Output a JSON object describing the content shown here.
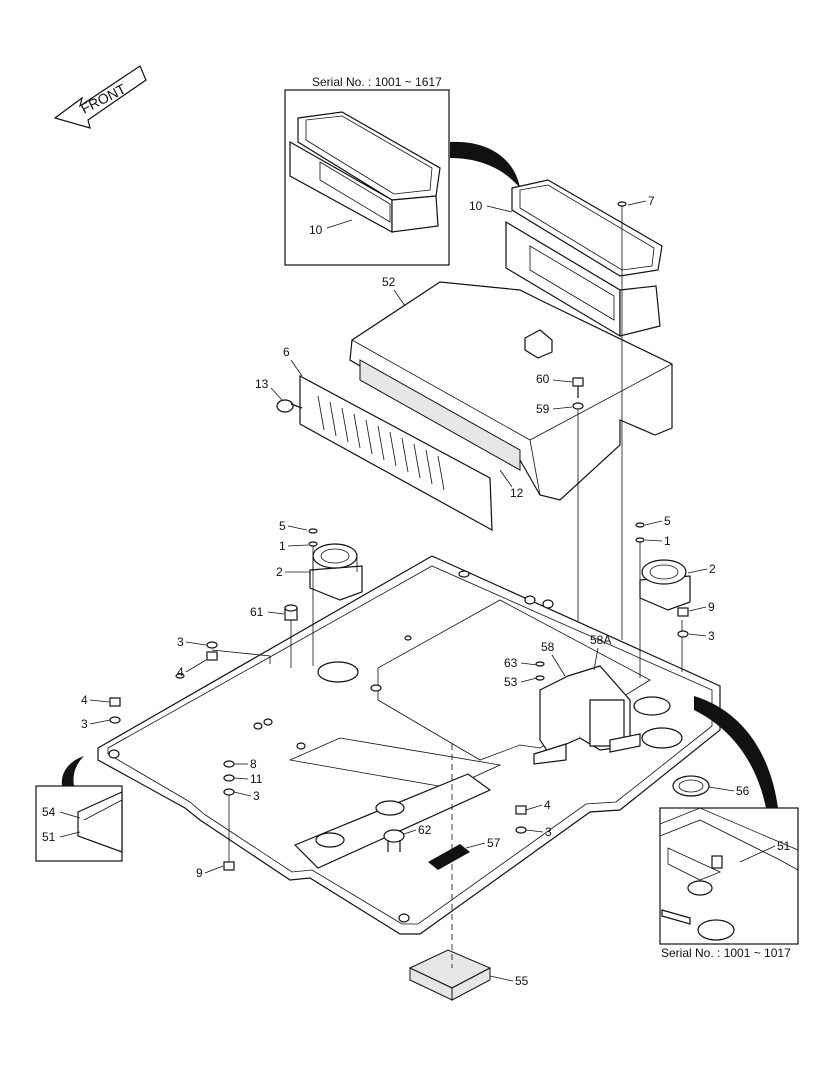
{
  "front_label": "FRONT",
  "inset_top": {
    "serial": "Serial No. : 1001 ~ 1617"
  },
  "inset_bottom_right": {
    "serial": "Serial No. : 1001 ~ 1017"
  },
  "callouts": [
    {
      "text": "10"
    },
    {
      "text": "10"
    },
    {
      "text": "7"
    },
    {
      "text": "52"
    },
    {
      "text": "6"
    },
    {
      "text": "13"
    },
    {
      "text": "60"
    },
    {
      "text": "59"
    },
    {
      "text": "12"
    },
    {
      "text": "5"
    },
    {
      "text": "1"
    },
    {
      "text": "2"
    },
    {
      "text": "5"
    },
    {
      "text": "1"
    },
    {
      "text": "2"
    },
    {
      "text": "9"
    },
    {
      "text": "3"
    },
    {
      "text": "61"
    },
    {
      "text": "3"
    },
    {
      "text": "4"
    },
    {
      "text": "58"
    },
    {
      "text": "58A"
    },
    {
      "text": "63"
    },
    {
      "text": "53"
    },
    {
      "text": "4"
    },
    {
      "text": "3"
    },
    {
      "text": "8"
    },
    {
      "text": "11"
    },
    {
      "text": "3"
    },
    {
      "text": "54"
    },
    {
      "text": "51"
    },
    {
      "text": "56"
    },
    {
      "text": "4"
    },
    {
      "text": "3"
    },
    {
      "text": "62"
    },
    {
      "text": "57"
    },
    {
      "text": "9"
    },
    {
      "text": "51"
    },
    {
      "text": "55"
    }
  ]
}
